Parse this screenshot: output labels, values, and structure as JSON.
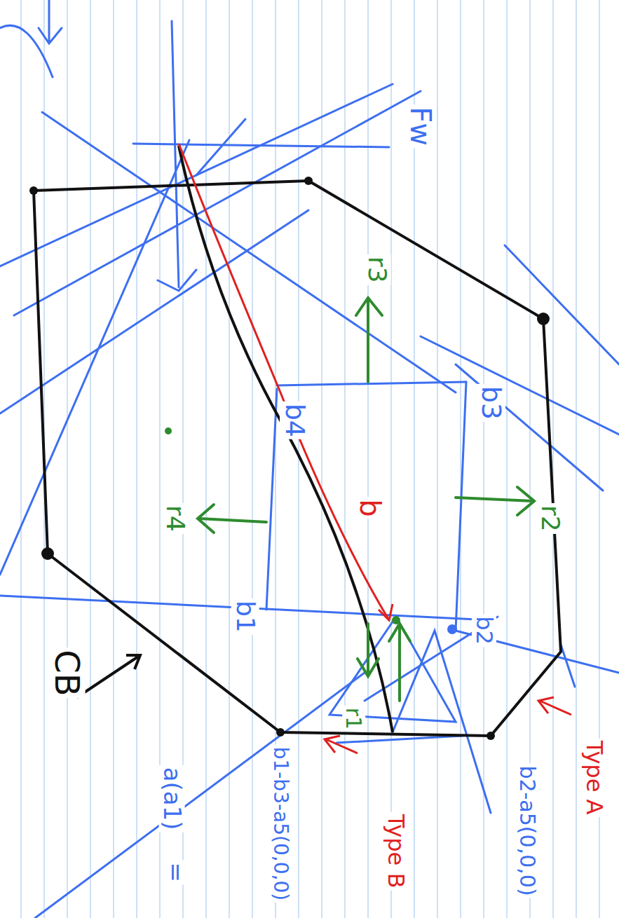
{
  "diagram": {
    "labels": [
      "Fw",
      "r3",
      "b3",
      "b4",
      "b",
      "r2",
      "r4",
      "b1",
      "b2",
      "r1",
      "CB",
      "Type A",
      "Type B",
      "b2-a5(0,0,0)",
      "b1-b3-a5(0,0,0)",
      "a(a1)",
      "="
    ]
  }
}
